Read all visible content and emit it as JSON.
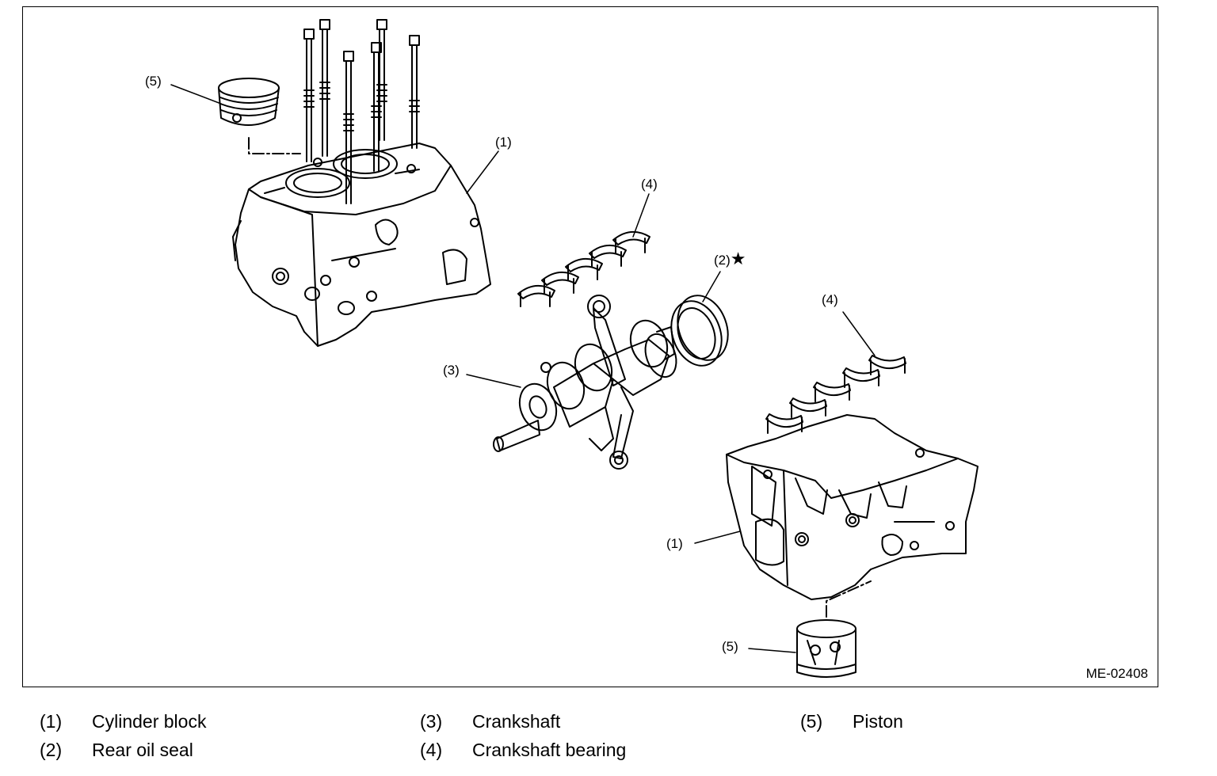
{
  "figure": {
    "id_label": "ME-02408",
    "callouts": [
      {
        "name": "callout-5-top",
        "text": "(5)"
      },
      {
        "name": "callout-1-top",
        "text": "(1)"
      },
      {
        "name": "callout-4-top",
        "text": "(4)"
      },
      {
        "name": "callout-2",
        "text": "(2)",
        "marker": "★"
      },
      {
        "name": "callout-3",
        "text": "(3)"
      },
      {
        "name": "callout-4-right",
        "text": "(4)"
      },
      {
        "name": "callout-1-bottom",
        "text": "(1)"
      },
      {
        "name": "callout-5-bottom",
        "text": "(5)"
      }
    ]
  },
  "legend": [
    {
      "num": "(1)",
      "label": "Cylinder block"
    },
    {
      "num": "(2)",
      "label": "Rear oil seal"
    },
    {
      "num": "(3)",
      "label": "Crankshaft"
    },
    {
      "num": "(4)",
      "label": "Crankshaft bearing"
    },
    {
      "num": "(5)",
      "label": "Piston"
    }
  ]
}
